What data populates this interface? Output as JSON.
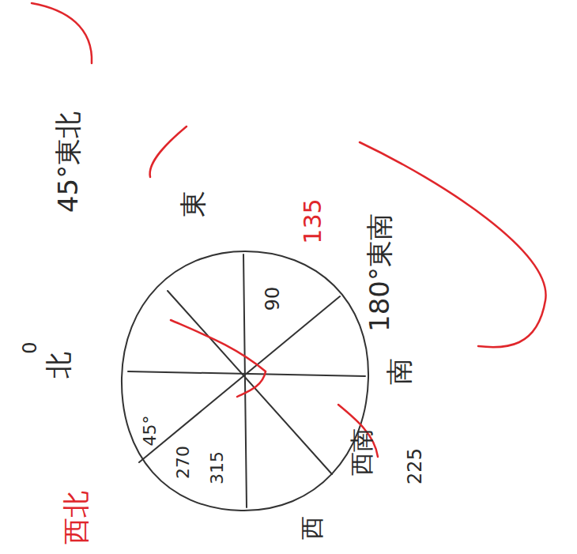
{
  "diagram": {
    "labels": [
      "0",
      "北",
      "45°東北",
      "東",
      "90",
      "135",
      "180°東南",
      "南",
      "西南",
      "225",
      "西",
      "西北",
      "45°",
      "270",
      "315"
    ]
  }
}
